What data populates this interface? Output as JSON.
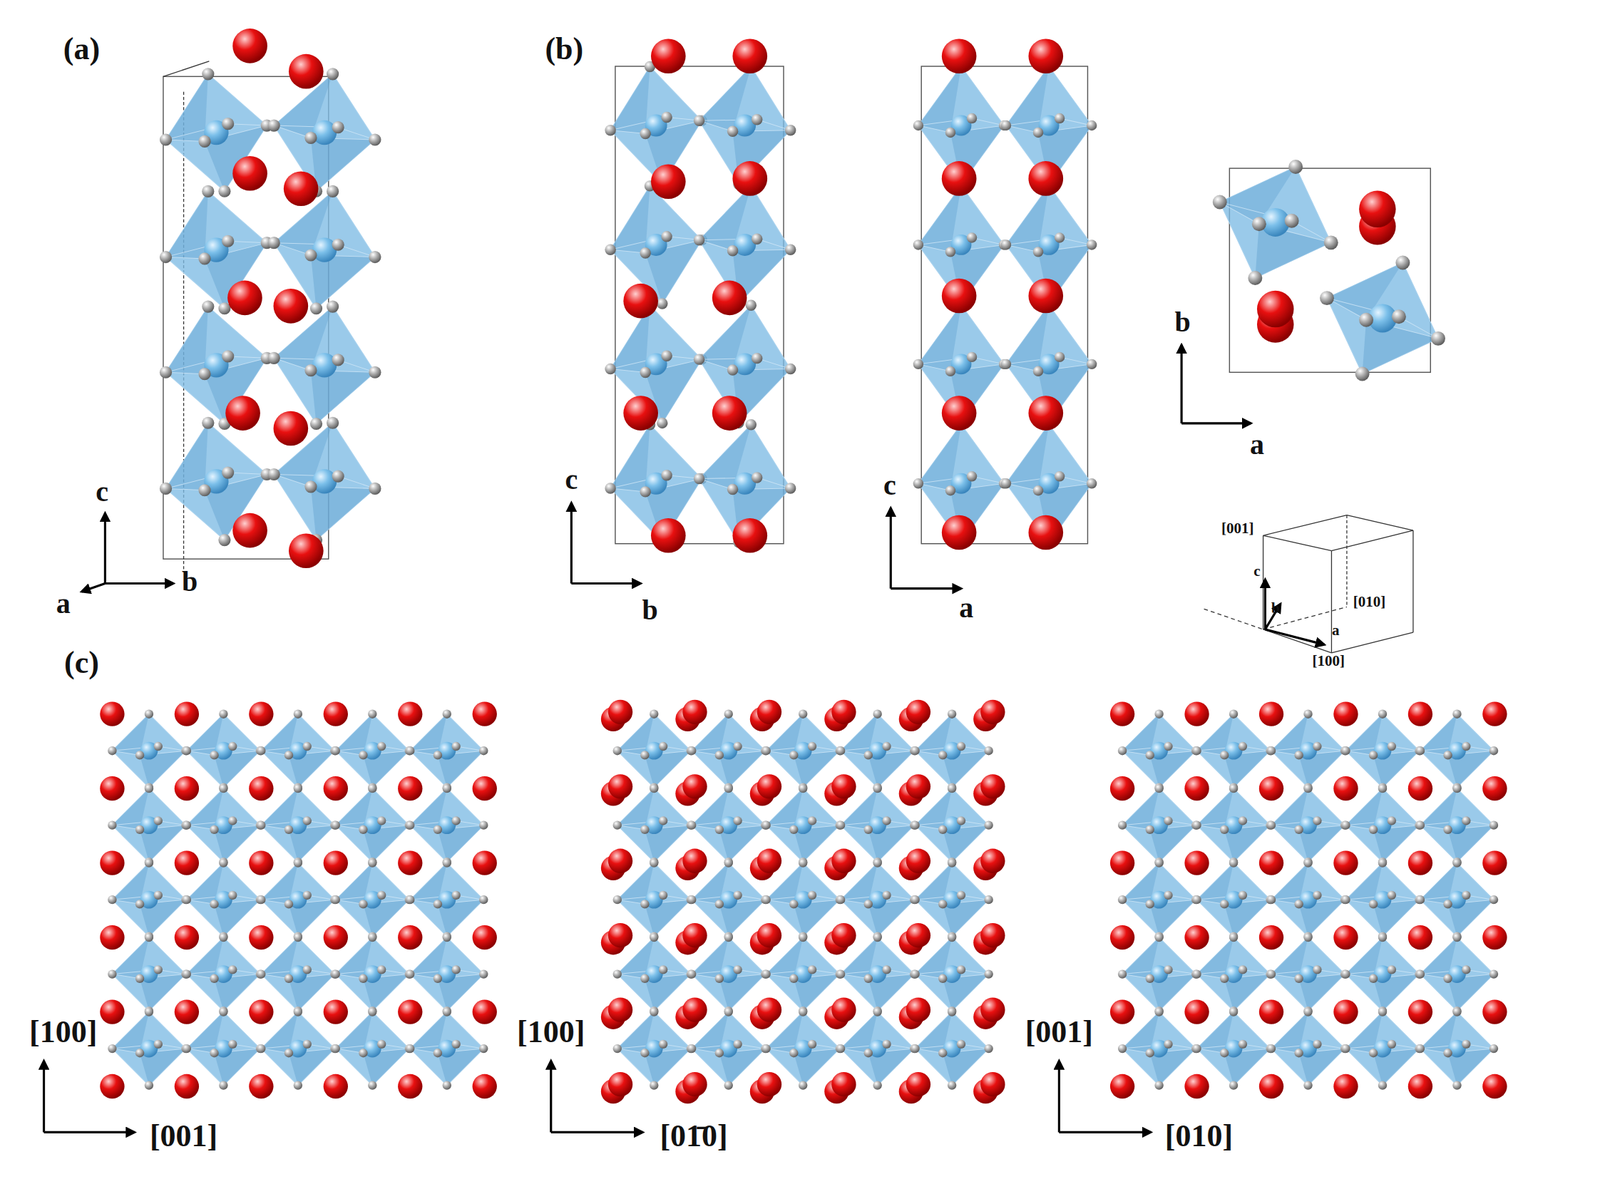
{
  "diagram": {
    "labels": [
      "(a)",
      "(b)",
      "c",
      "a",
      "b",
      "c",
      "b",
      "c",
      "a",
      "b",
      "a",
      "[001]",
      "c",
      "b",
      "[010]",
      "a",
      "[100]",
      "(c)",
      "[100]",
      "[001]",
      "[100]",
      "[01̄0]",
      "[001]",
      "[010]"
    ]
  }
}
